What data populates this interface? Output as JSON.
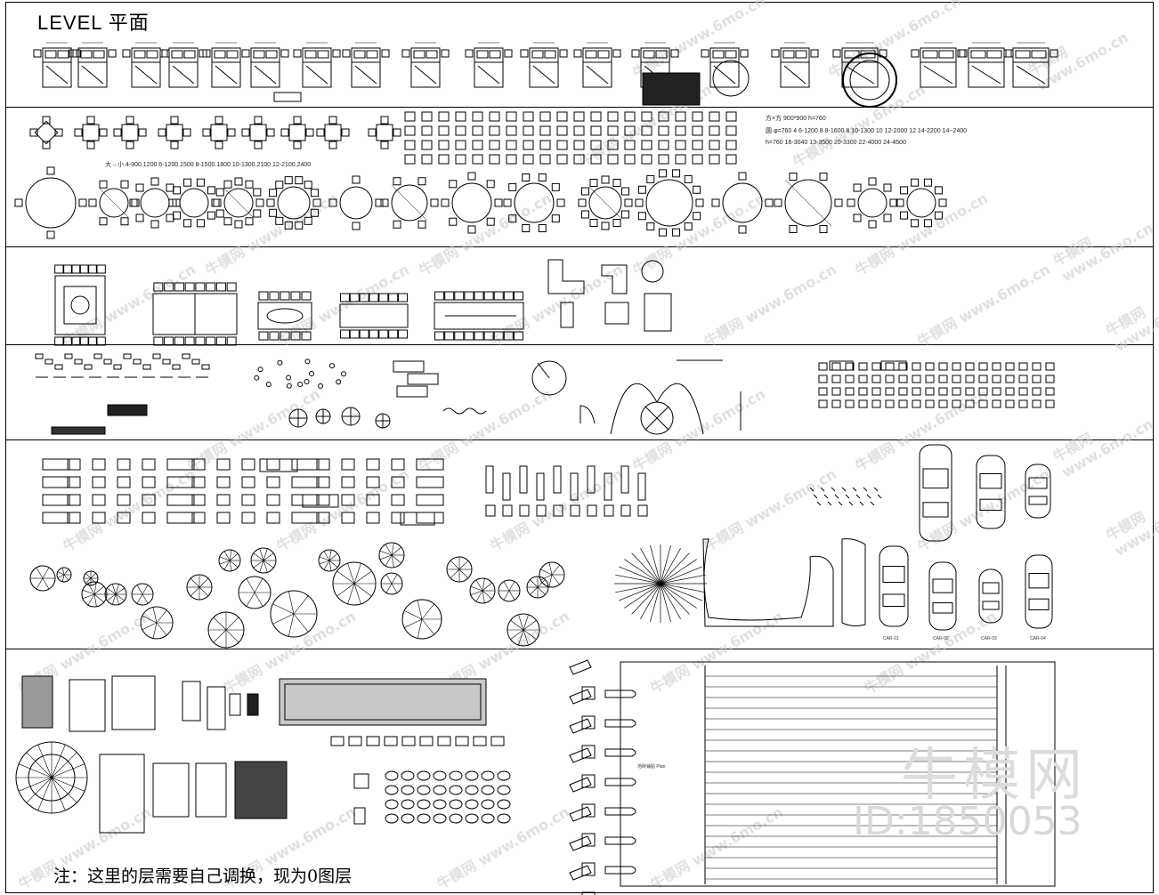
{
  "title": "LEVEL 平面",
  "note": "注：这里的层需要自己调换，现为0图层",
  "watermark": {
    "brand": "牛模网",
    "id": "ID:1850053",
    "site": "www.6mo.cn",
    "tile": "牛模网"
  },
  "table_specs": {
    "line1": "大→小  4-900.1200    6-1200.1500    8-1500.1800    10-1300.2100    12-2100.2400   ",
    "line2": "方×方 900*900 h=760",
    "line3": "圆 φ=760    4 6-1200  8 8-1600  8 10-1300  10 12-2000  12 14-2200    14~2400",
    "line4": "h=760    16-3040  13-3500  20-3300  22-4000  24-4500"
  },
  "captions": {
    "car_labels": [
      "CAR-01",
      "CAR-02",
      "CAR-03",
      "CAR-04"
    ],
    "plan_note": "地砖铺贴 Plan"
  }
}
